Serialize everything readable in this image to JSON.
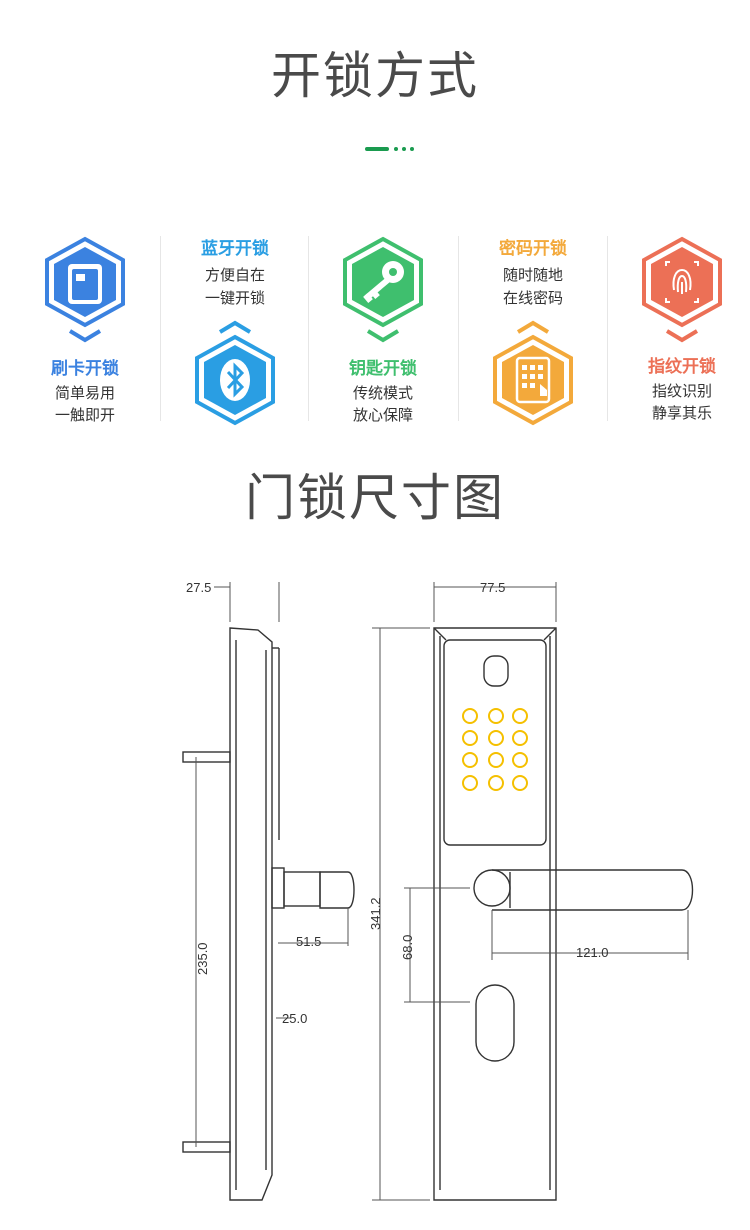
{
  "section_unlock": {
    "title": "开锁方式"
  },
  "methods": [
    {
      "label": "刷卡开锁",
      "desc1": "简单易用",
      "desc2": "一触即开",
      "color": "#3b82e0"
    },
    {
      "label": "蓝牙开锁",
      "desc1": "方便自在",
      "desc2": "一键开锁",
      "color": "#2a9ee3"
    },
    {
      "label": "钥匙开锁",
      "desc1": "传统模式",
      "desc2": "放心保障",
      "color": "#3fbf6e"
    },
    {
      "label": "密码开锁",
      "desc1": "随时随地",
      "desc2": "在线密码",
      "color": "#f3a93b"
    },
    {
      "label": "指纹开锁",
      "desc1": "指纹识别",
      "desc2": "静享其乐",
      "color": "#ec7056"
    }
  ],
  "section_size": {
    "title": "门锁尺寸图"
  },
  "dimensions": {
    "side_thickness": "27.5",
    "front_width": "77.5",
    "overall_height": "341.2",
    "mount_spacing": "235.0",
    "latch_depth": "51.5",
    "backset": "25.0",
    "handle_to_cylinder": "68.0",
    "handle_length": "121.0"
  }
}
